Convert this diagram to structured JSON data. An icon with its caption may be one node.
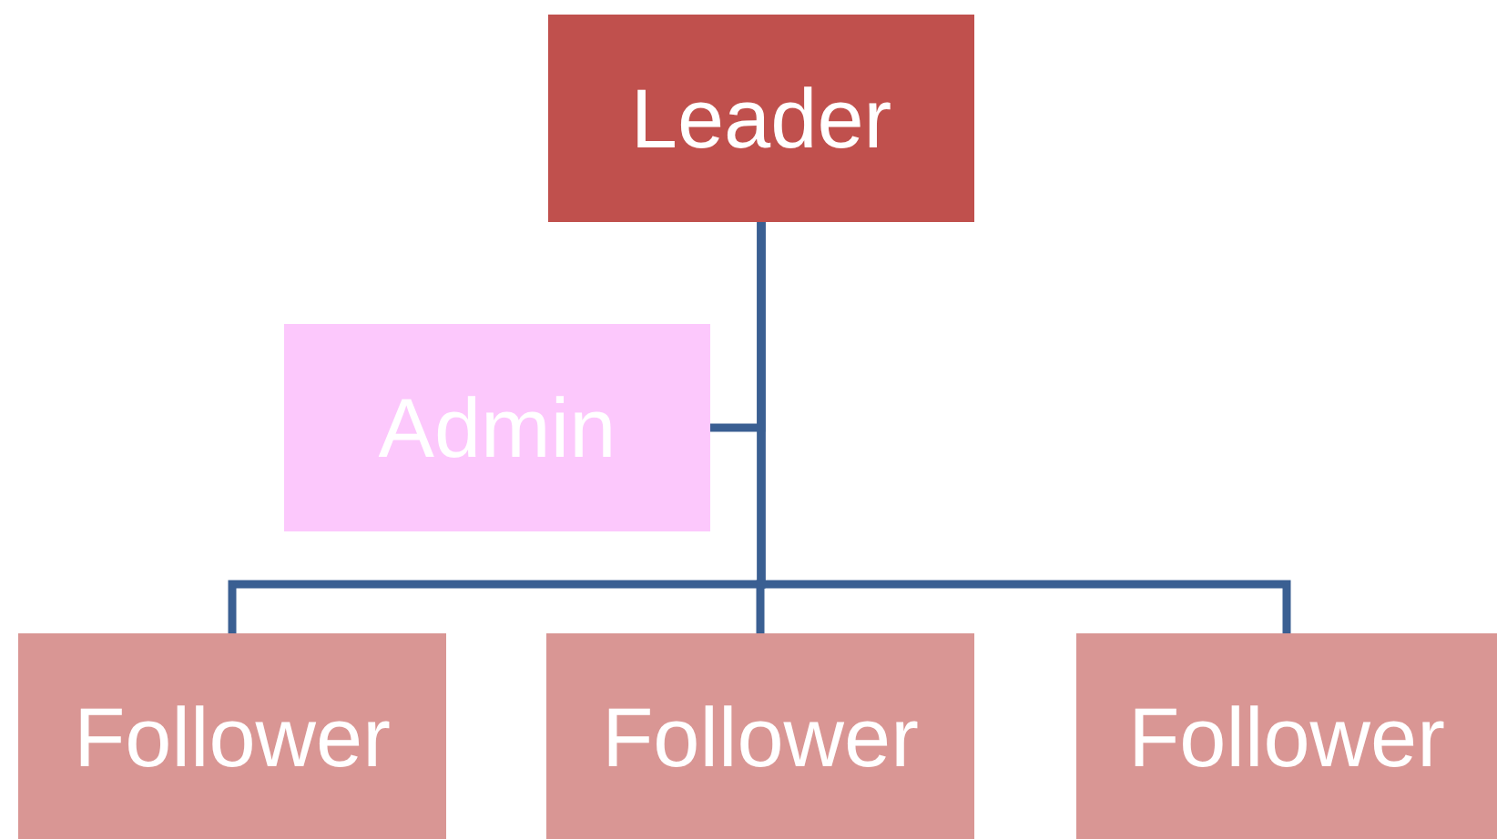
{
  "diagram": {
    "nodes": [
      {
        "text": [
          "Leader"
        ]
      },
      {
        "text": [
          "Admin"
        ]
      },
      {
        "text": [
          "Follower"
        ]
      },
      {
        "text": [
          "Follower"
        ]
      },
      {
        "text": [
          "Follower"
        ]
      }
    ],
    "edges": [
      {
        "from": 0,
        "to": 1,
        "arrow": "none"
      },
      {
        "from": 0,
        "to": 2,
        "arrow": "none"
      },
      {
        "from": 0,
        "to": 3,
        "arrow": "none"
      },
      {
        "from": 0,
        "to": 4,
        "arrow": "none"
      }
    ]
  }
}
